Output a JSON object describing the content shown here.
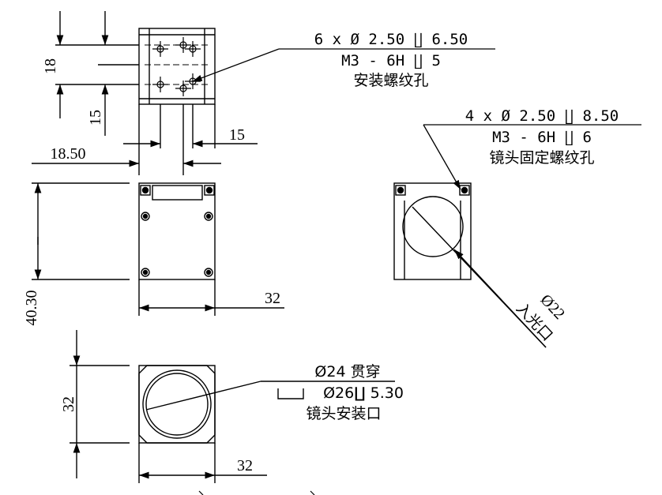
{
  "drawing": {
    "top_view": {
      "dim_18": "18",
      "dim_15_vertical": "15",
      "dim_15_horizontal": "15",
      "dim_18_50": "18.50"
    },
    "callout_mount_holes": {
      "line1": "6 x Ø 2.50 ∐ 6.50",
      "line2": "M3 - 6H ∐ 5",
      "line3": "安装螺纹孔"
    },
    "callout_lens_holes": {
      "line1": "4 x Ø 2.50 ∐ 8.50",
      "line2": "M3 - 6H ∐ 6",
      "line3": "镜头固定螺纹孔"
    },
    "front_view": {
      "dim_height": "40.30",
      "dim_width": "32"
    },
    "side_view": {
      "label_diameter": "Ø22",
      "label_name": "入光口"
    },
    "bottom_view": {
      "dim_height": "32",
      "dim_width": "32",
      "callout_line1": "Ø24 贯穿",
      "callout_line2": "Ø26∐ 5.30",
      "callout_line3": "镜头安装口"
    }
  }
}
